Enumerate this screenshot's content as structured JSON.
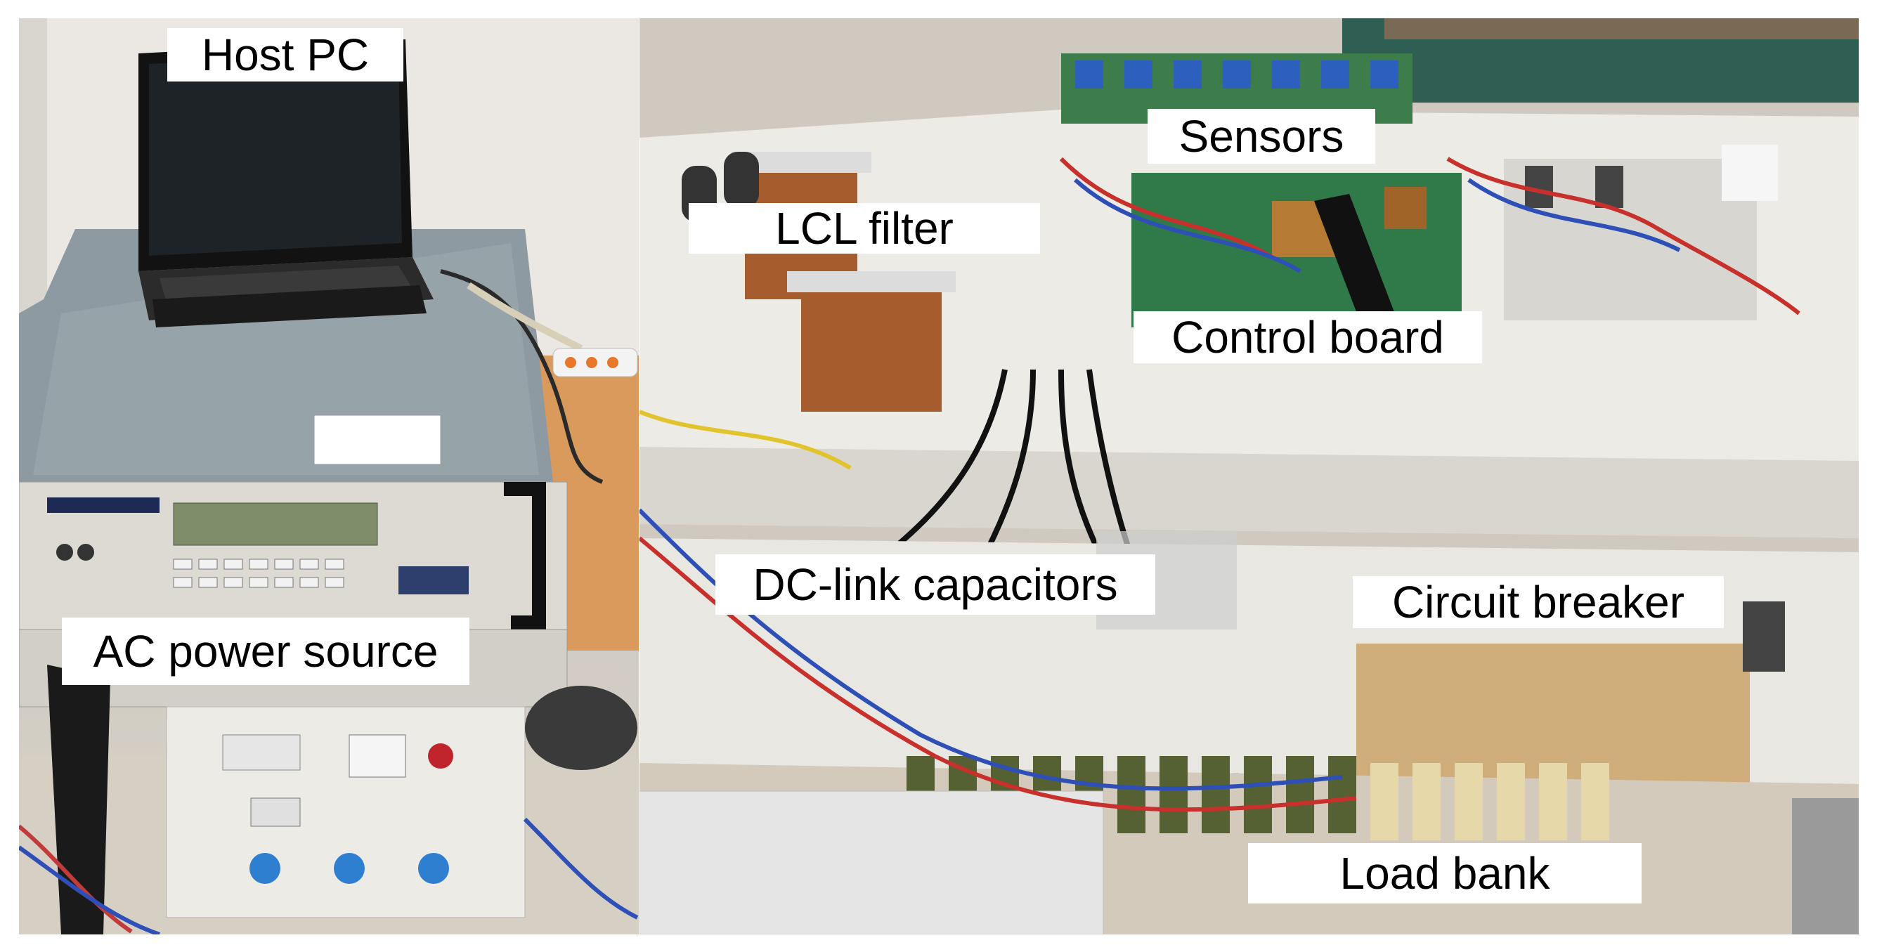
{
  "labels": {
    "host_pc": "Host PC",
    "ac_power_source": "AC power source",
    "lcl_filter": "LCL filter",
    "sensors": "Sensors",
    "control_board": "Control board",
    "dc_link_capacitors": "DC-link capacitors",
    "circuit_breaker": "Circuit breaker",
    "load_bank": "Load bank"
  }
}
